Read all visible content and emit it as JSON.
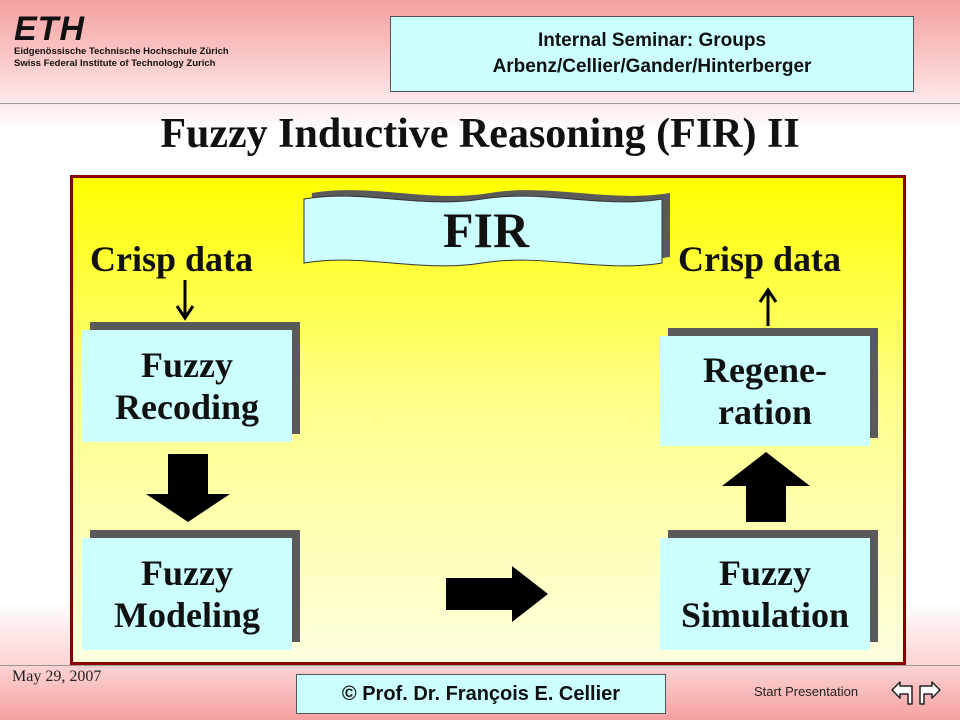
{
  "header": {
    "logo_mark": "ETH",
    "institution_de": "Eidgenössische Technische Hochschule Zürich",
    "institution_en": "Swiss Federal Institute of Technology Zurich",
    "seminar_line1": "Internal Seminar: Groups",
    "seminar_line2": "Arbenz/Cellier/Gander/Hinterberger"
  },
  "slide_title": "Fuzzy Inductive Reasoning (FIR) II",
  "diagram": {
    "banner": "FIR",
    "crisp_left": "Crisp data",
    "crisp_right": "Crisp data",
    "boxes": {
      "recoding": {
        "line1": "Fuzzy",
        "line2": "Recoding"
      },
      "modeling": {
        "line1": "Fuzzy",
        "line2": "Modeling"
      },
      "simulation": {
        "line1": "Fuzzy",
        "line2": "Simulation"
      },
      "regeneration": {
        "line1": "Regene-",
        "line2": "ration"
      }
    }
  },
  "footer": {
    "date": "May 29, 2007",
    "copyright": "© Prof. Dr. François E. Cellier",
    "start_link": "Start Presentation"
  },
  "colors": {
    "box_fill": "#ccffff",
    "panel_border": "#8b0000",
    "panel_top": "#ffff00",
    "panel_bottom": "#ffffe0"
  }
}
